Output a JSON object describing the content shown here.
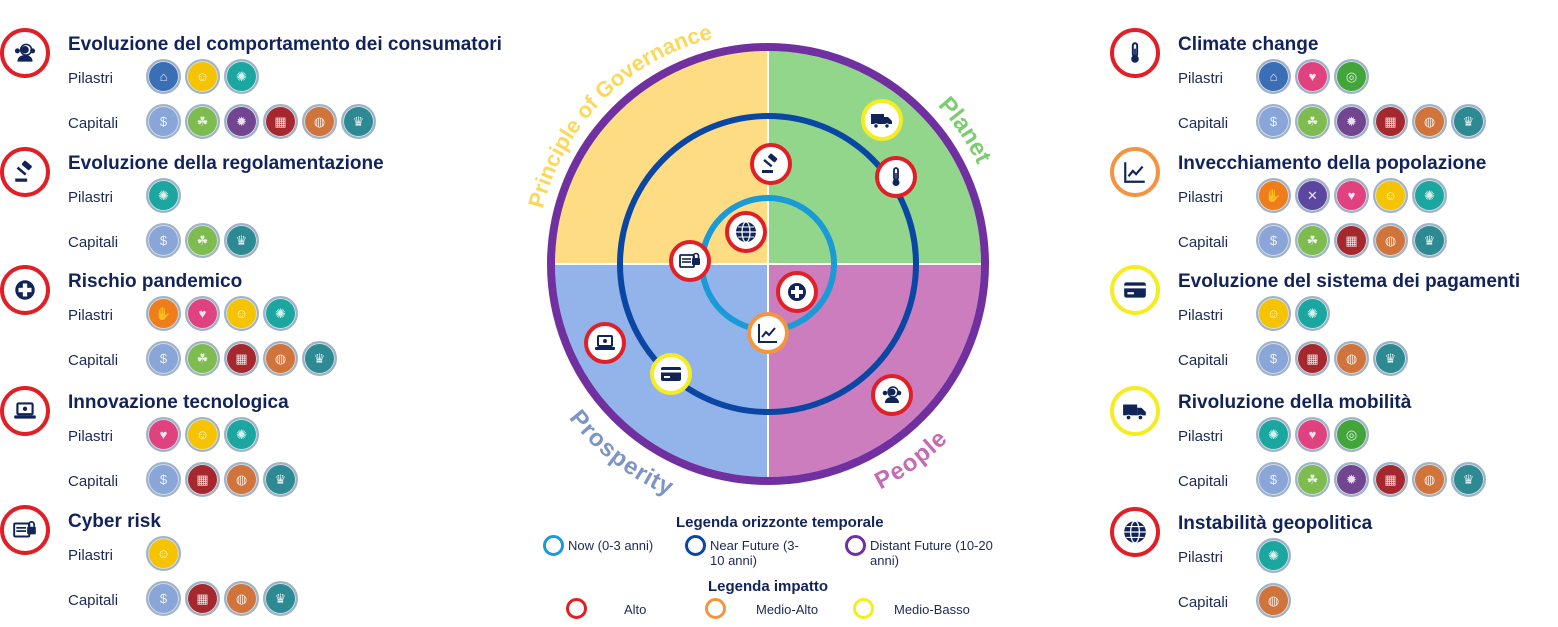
{
  "colors": {
    "governance": "#fddc84",
    "planet": "#92d68b",
    "prosperity": "#93b4ea",
    "people": "#cc7dbe",
    "outer_ring": "#7030a0",
    "near_ring": "#0a47a5",
    "now_ring": "#1a9ad6",
    "alto": "#e01f26",
    "medio_alto": "#f39540",
    "medio_basso": "#f5ec21"
  },
  "badge_colors": {
    "p-blue": "#3a6fb6",
    "p-yellow": "#f5c300",
    "p-teal": "#1ba6a0",
    "p-orange": "#ee7d1a",
    "p-pink": "#e0427f",
    "p-purple": "#5c46a0",
    "p-green": "#41a53a",
    "c-financial": "#8aa5d8",
    "c-social": "#7fbc4f",
    "c-intellectual": "#71458f",
    "c-manufactured": "#a4282d",
    "c-natural": "#d0743b",
    "c-reputation": "#2e8a92"
  },
  "left_risks": [
    {
      "title": "Evoluzione del comportamento dei consumatori",
      "icon": "consumers-icon",
      "impact": "alto",
      "pilastri_label": "Pilastri",
      "capitali_label": "Capitali",
      "pilastri": [
        "p-blue",
        "p-yellow",
        "p-teal"
      ],
      "capitali": [
        "c-financial",
        "c-social",
        "c-intellectual",
        "c-manufactured",
        "c-natural",
        "c-reputation"
      ]
    },
    {
      "title": "Evoluzione della regolamentazione",
      "icon": "gavel-icon",
      "impact": "alto",
      "pilastri_label": "Pilastri",
      "capitali_label": "Capitali",
      "pilastri": [
        "p-teal"
      ],
      "capitali": [
        "c-financial",
        "c-social",
        "c-reputation"
      ]
    },
    {
      "title": "Rischio pandemico",
      "icon": "medical-cross-icon",
      "impact": "alto",
      "pilastri_label": "Pilastri",
      "capitali_label": "Capitali",
      "pilastri": [
        "p-orange",
        "p-pink",
        "p-yellow",
        "p-teal"
      ],
      "capitali": [
        "c-financial",
        "c-social",
        "c-manufactured",
        "c-natural",
        "c-reputation"
      ]
    },
    {
      "title": "Innovazione tecnologica",
      "icon": "laptop-icon",
      "impact": "alto",
      "pilastri_label": "Pilastri",
      "capitali_label": "Capitali",
      "pilastri": [
        "p-pink",
        "p-yellow",
        "p-teal"
      ],
      "capitali": [
        "c-financial",
        "c-manufactured",
        "c-natural",
        "c-reputation"
      ]
    },
    {
      "title": "Cyber risk",
      "icon": "cyber-lock-icon",
      "impact": "alto",
      "pilastri_label": "Pilastri",
      "capitali_label": "Capitali",
      "pilastri": [
        "p-yellow"
      ],
      "capitali": [
        "c-financial",
        "c-manufactured",
        "c-natural",
        "c-reputation"
      ]
    }
  ],
  "right_risks": [
    {
      "title": "Climate change",
      "icon": "thermometer-icon",
      "impact": "alto",
      "pilastri_label": "Pilastri",
      "capitali_label": "Capitali",
      "pilastri": [
        "p-blue",
        "p-pink",
        "p-green"
      ],
      "capitali": [
        "c-financial",
        "c-social",
        "c-intellectual",
        "c-manufactured",
        "c-natural",
        "c-reputation"
      ]
    },
    {
      "title": "Invecchiamento della popolazione",
      "icon": "trend-chart-icon",
      "impact": "medio_alto",
      "pilastri_label": "Pilastri",
      "capitali_label": "Capitali",
      "pilastri": [
        "p-orange",
        "p-purple",
        "p-pink",
        "p-yellow",
        "p-teal"
      ],
      "capitali": [
        "c-financial",
        "c-social",
        "c-manufactured",
        "c-natural",
        "c-reputation"
      ]
    },
    {
      "title": "Evoluzione del sistema dei pagamenti",
      "icon": "credit-card-icon",
      "impact": "medio_basso",
      "pilastri_label": "Pilastri",
      "capitali_label": "Capitali",
      "pilastri": [
        "p-yellow",
        "p-teal"
      ],
      "capitali": [
        "c-financial",
        "c-manufactured",
        "c-natural",
        "c-reputation"
      ]
    },
    {
      "title": "Rivoluzione della mobilità",
      "icon": "truck-icon",
      "impact": "medio_basso",
      "pilastri_label": "Pilastri",
      "capitali_label": "Capitali",
      "pilastri": [
        "p-teal",
        "p-pink",
        "p-green"
      ],
      "capitali": [
        "c-financial",
        "c-social",
        "c-intellectual",
        "c-manufactured",
        "c-natural",
        "c-reputation"
      ]
    },
    {
      "title": "Instabilità geopolitica",
      "icon": "globe-icon",
      "impact": "alto",
      "pilastri_label": "Pilastri",
      "capitali_label": "Capitali",
      "pilastri": [
        "p-teal"
      ],
      "capitali": [
        "c-natural"
      ]
    }
  ],
  "diagram": {
    "quadrants": {
      "governance": "Principle of Governance",
      "planet": "Planet",
      "prosperity": "Prosperity",
      "people": "People"
    },
    "markers": [
      {
        "icon": "truck-icon",
        "impact": "medio_basso"
      },
      {
        "icon": "gavel-icon",
        "impact": "alto"
      },
      {
        "icon": "thermometer-icon",
        "impact": "alto"
      },
      {
        "icon": "globe-icon",
        "impact": "alto"
      },
      {
        "icon": "cyber-lock-icon",
        "impact": "alto"
      },
      {
        "icon": "medical-cross-icon",
        "impact": "alto"
      },
      {
        "icon": "laptop-icon",
        "impact": "alto"
      },
      {
        "icon": "trend-chart-icon",
        "impact": "medio_alto"
      },
      {
        "icon": "credit-card-icon",
        "impact": "medio_basso"
      },
      {
        "icon": "consumers-icon",
        "impact": "alto"
      }
    ]
  },
  "legend": {
    "temporal_title": "Legenda orizzonte temporale",
    "now": "Now  (0-3 anni)",
    "near": "Near Future (3-10 anni)",
    "distant": "Distant Future (10-20 anni)",
    "impact_title": "Legenda impatto",
    "alto": "Alto",
    "medio_alto": "Medio-Alto",
    "medio_basso": "Medio-Basso"
  }
}
